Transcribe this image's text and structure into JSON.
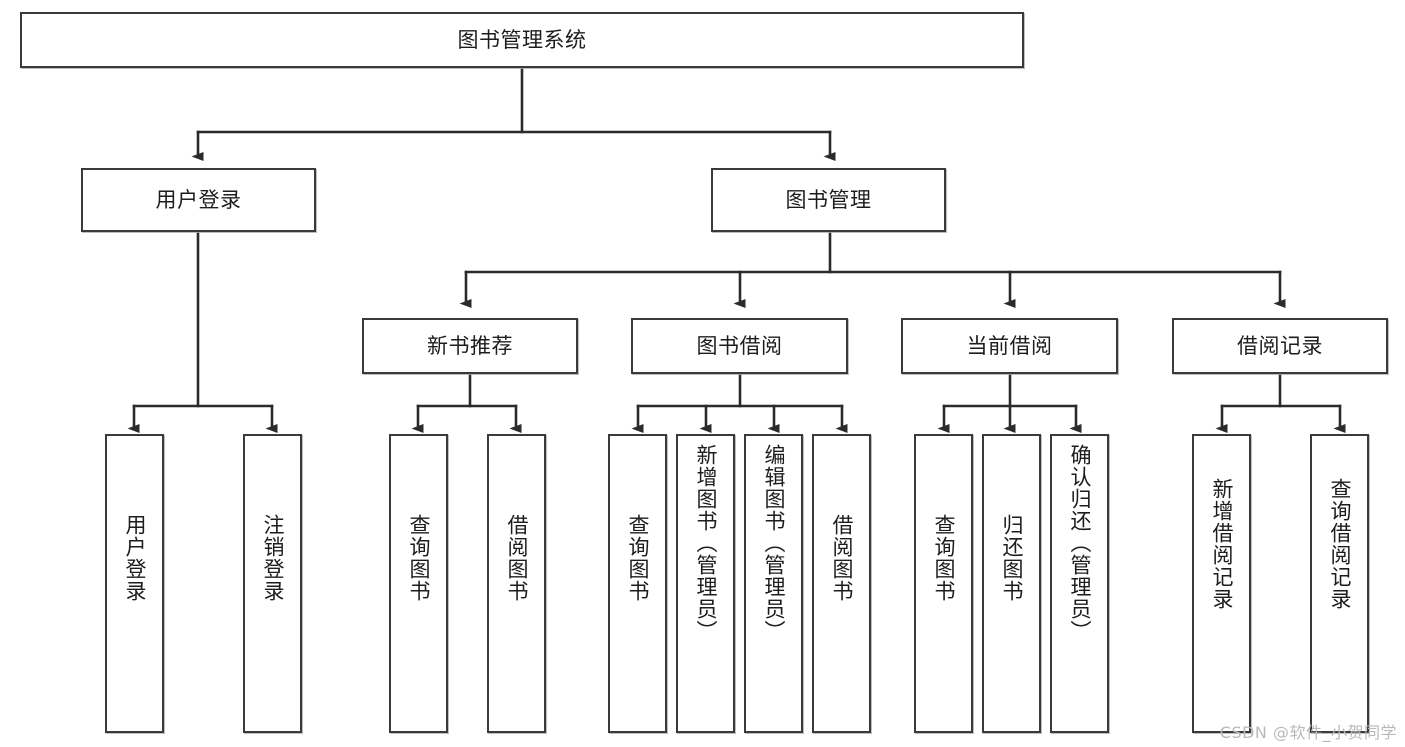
{
  "diagram": {
    "title": "图书管理系统",
    "watermark": "CSDN @软件_小贺同学",
    "colors": {
      "box_border": "#3a3a3a",
      "box_fill": "#ffffff",
      "connector": "#2b2b2b",
      "text": "#1d1d1d",
      "watermark": "#b9b9b9"
    },
    "root": {
      "label": "图书管理系统"
    },
    "level2": [
      {
        "id": "user-login",
        "label": "用户登录"
      },
      {
        "id": "book-management",
        "label": "图书管理"
      }
    ],
    "level3": [
      {
        "id": "new-book-recommend",
        "label": "新书推荐",
        "parent": "book-management"
      },
      {
        "id": "book-borrow",
        "label": "图书借阅",
        "parent": "book-management"
      },
      {
        "id": "current-borrow",
        "label": "当前借阅",
        "parent": "book-management"
      },
      {
        "id": "borrow-record",
        "label": "借阅记录",
        "parent": "book-management"
      }
    ],
    "leaves": [
      {
        "id": "leaf-user-login",
        "label": "用户登录",
        "parent": "user-login"
      },
      {
        "id": "leaf-user-logout",
        "label": "注销登录",
        "parent": "user-login"
      },
      {
        "id": "leaf-query-book-1",
        "label": "查询图书",
        "parent": "new-book-recommend"
      },
      {
        "id": "leaf-borrow-book-1",
        "label": "借阅图书",
        "parent": "new-book-recommend"
      },
      {
        "id": "leaf-query-book-2",
        "label": "查询图书",
        "parent": "book-borrow"
      },
      {
        "id": "leaf-add-book",
        "label": "新增图书（管理员）",
        "parent": "book-borrow"
      },
      {
        "id": "leaf-edit-book",
        "label": "编辑图书（管理员）",
        "parent": "book-borrow"
      },
      {
        "id": "leaf-borrow-book-2",
        "label": "借阅图书",
        "parent": "book-borrow"
      },
      {
        "id": "leaf-query-book-3",
        "label": "查询图书",
        "parent": "current-borrow"
      },
      {
        "id": "leaf-return-book",
        "label": "归还图书",
        "parent": "current-borrow"
      },
      {
        "id": "leaf-confirm-return",
        "label": "确认归还（管理员）",
        "parent": "current-borrow"
      },
      {
        "id": "leaf-add-record",
        "label": "新增借阅记录",
        "parent": "borrow-record"
      },
      {
        "id": "leaf-query-record",
        "label": "查询借阅记录",
        "parent": "borrow-record"
      }
    ]
  }
}
